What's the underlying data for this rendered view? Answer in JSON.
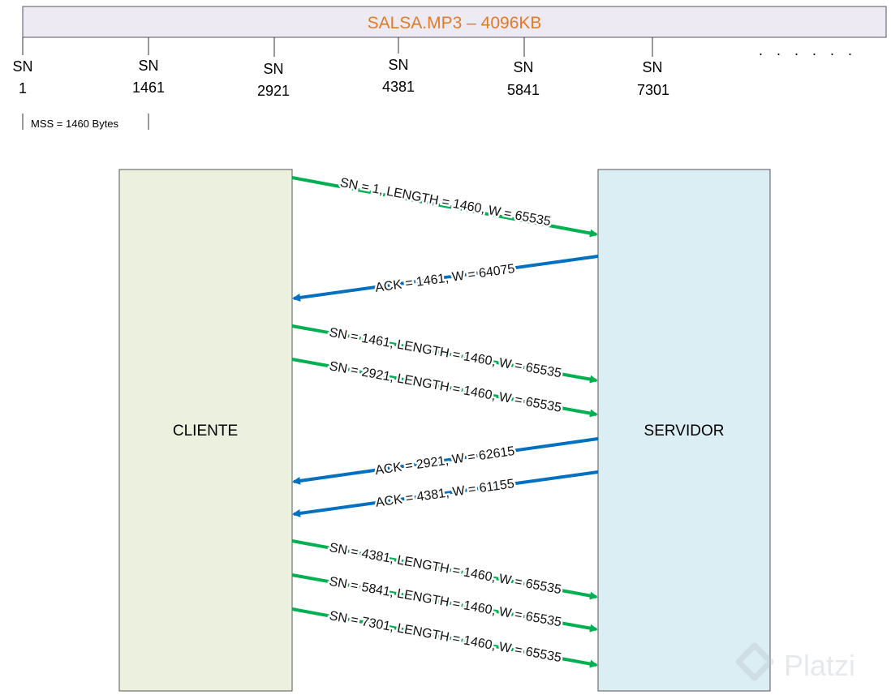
{
  "file_bar": {
    "label": "SALSA.MP3 – 4096KB",
    "fill": "#eeeaf3",
    "label_color": "#e07b28"
  },
  "sequence_markers": [
    {
      "label": "SN",
      "value": "1"
    },
    {
      "label": "SN",
      "value": "1461"
    },
    {
      "label": "SN",
      "value": "2921"
    },
    {
      "label": "SN",
      "value": "4381"
    },
    {
      "label": "SN",
      "value": "5841"
    },
    {
      "label": "SN",
      "value": "7301"
    }
  ],
  "continuation_dots": ". . . . . .",
  "mss_label": "MSS = 1460 Bytes",
  "client": {
    "label": "CLIENTE",
    "fill": "#ebf1de"
  },
  "server": {
    "label": "SERVIDOR",
    "fill": "#dbeef4"
  },
  "messages": [
    {
      "direction": "client-to-server",
      "text": "SN = 1, LENGTH = 1460, W = 65535",
      "color": "#00b050"
    },
    {
      "direction": "server-to-client",
      "text": "ACK = 1461, W = 64075",
      "color": "#0070c0"
    },
    {
      "direction": "client-to-server",
      "text": "SN = 1461, LENGTH = 1460, W = 65535",
      "color": "#00b050"
    },
    {
      "direction": "client-to-server",
      "text": "SN = 2921, LENGTH = 1460, W = 65535",
      "color": "#00b050"
    },
    {
      "direction": "server-to-client",
      "text": "ACK = 2921, W = 62615",
      "color": "#0070c0"
    },
    {
      "direction": "server-to-client",
      "text": "ACK = 4381, W = 61155",
      "color": "#0070c0"
    },
    {
      "direction": "client-to-server",
      "text": "SN = 4381, LENGTH = 1460, W = 65535",
      "color": "#00b050"
    },
    {
      "direction": "client-to-server",
      "text": "SN = 5841, LENGTH = 1460, W = 65535",
      "color": "#00b050"
    },
    {
      "direction": "client-to-server",
      "text": "SN = 7301, LENGTH = 1460, W = 65535",
      "color": "#00b050"
    }
  ],
  "watermark": "Platzi"
}
